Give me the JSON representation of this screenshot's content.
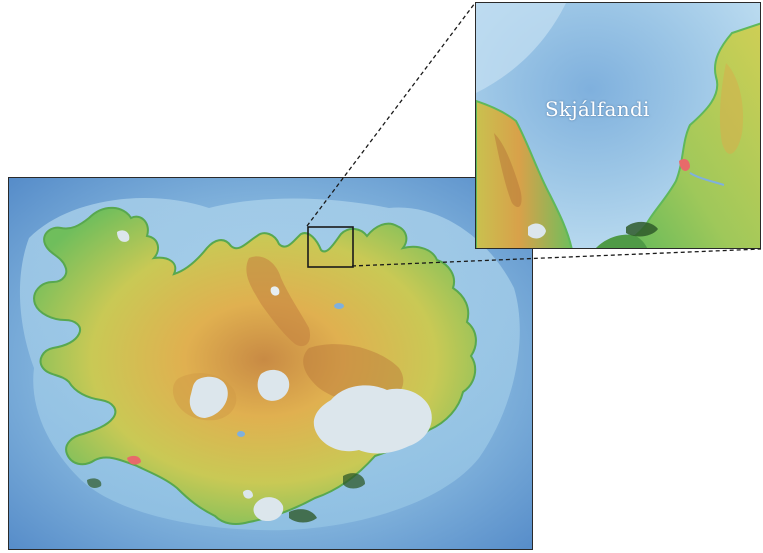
{
  "inset": {
    "label": "Skjálfandi"
  },
  "colors": {
    "ocean_deep": "#4f86c6",
    "ocean_mid": "#7fb0dd",
    "ocean_shallow": "#b9d8ee",
    "lowland": "#5fb85a",
    "low_hills": "#b8cf55",
    "highland": "#e3b451",
    "mountains": "#b97a3c",
    "glacier": "#dce6ec",
    "lava_dark": "#2f5a2a",
    "urban": "#e86a6a"
  },
  "icons": {
    "main": "iceland-relief-map",
    "inset": "skjalfandi-bay-detail-map",
    "marker": "area-of-interest-box"
  }
}
